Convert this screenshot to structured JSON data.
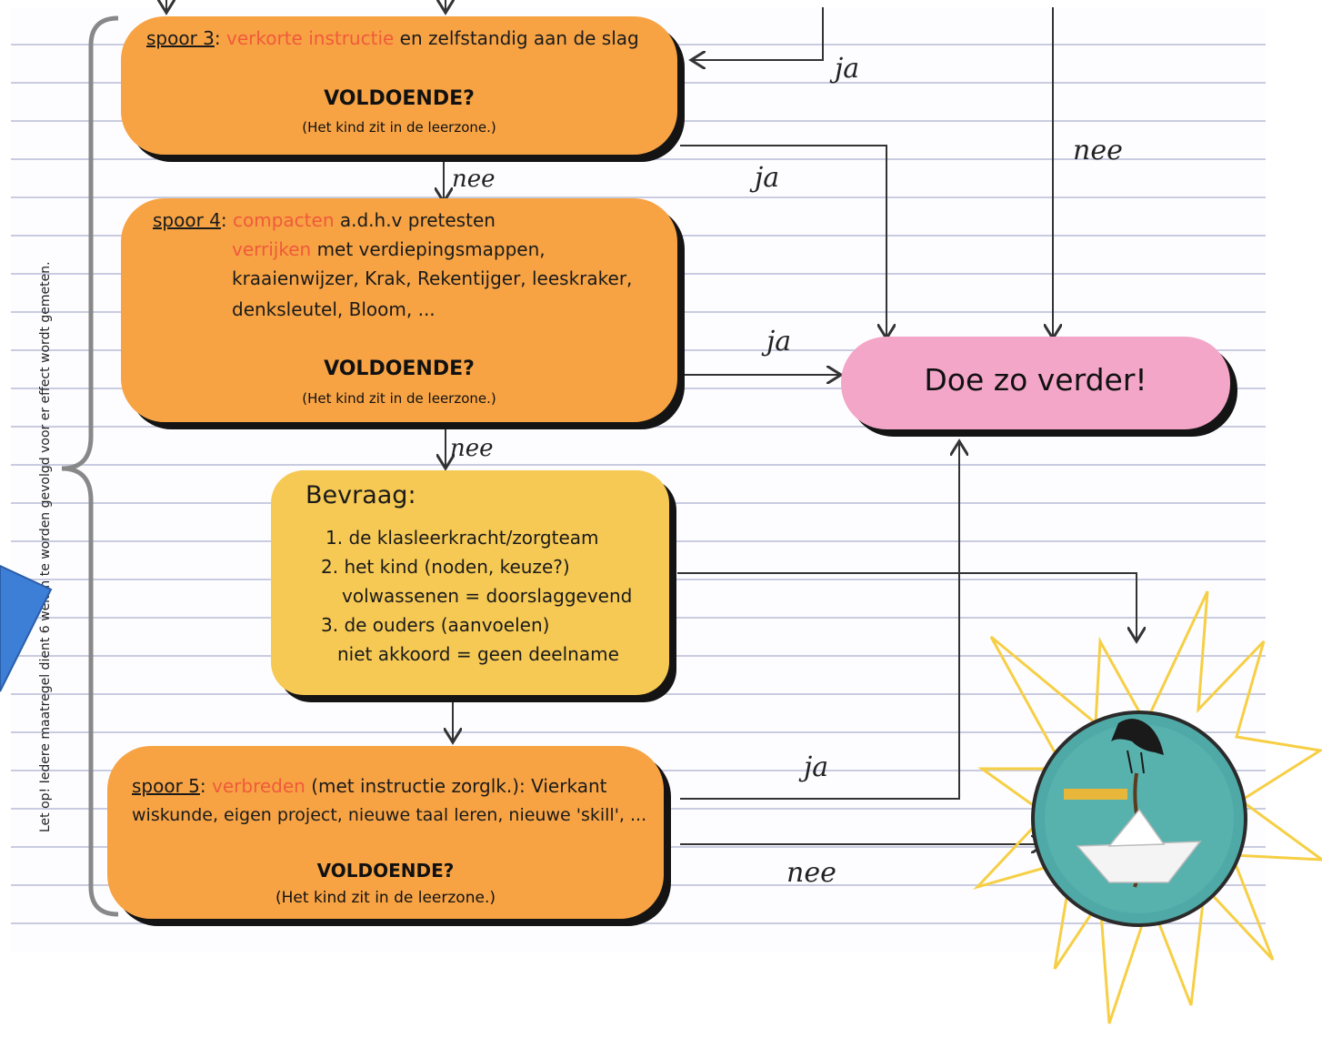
{
  "spoor3": {
    "label": "spoor 3",
    "highlight": "verkorte instructie",
    "rest": "en zelfstandig aan de slag",
    "question": "VOLDOENDE?",
    "note": "(Het kind zit in de leerzone.)"
  },
  "spoor4": {
    "label": "spoor 4",
    "highlight1": "compacten",
    "rest1": "a.d.h.v pretesten",
    "highlight2": "verrijken",
    "rest2": "met verdiepingsmappen,",
    "line3": "kraaienwijzer, Krak, Rekentijger, leeskraker,",
    "line4": "denksleutel, Bloom, ...",
    "question": "VOLDOENDE?",
    "note": "(Het kind zit in de leerzone.)"
  },
  "bevraag": {
    "title": "Bevraag:",
    "items": [
      "1. de klasleerkracht/zorgteam",
      "2. het kind (noden, keuze?)",
      "volwassenen = doorslaggevend",
      "3. de ouders (aanvoelen)",
      "niet akkoord = geen deelname"
    ]
  },
  "spoor5": {
    "label": "spoor 5",
    "highlight": "verbreden",
    "rest": "(met instructie zorglk.): Vierkant",
    "line2": "wiskunde, eigen project, nieuwe taal leren, nieuwe 'skill', ...",
    "question": "VOLDOENDE?",
    "note": "(Het kind zit in de leerzone.)"
  },
  "result": {
    "label": "Doe zo verder!"
  },
  "labels": {
    "ja": "ja",
    "nee": "nee"
  },
  "side_note": "Let op! Iedere maatregel dient 6 weken te worden gevolgd voor er effect wordt gemeten.",
  "colors": {
    "orange": "#f7a344",
    "yellow": "#f6c954",
    "pink": "#f4a6c8",
    "blue": "#3d7ed6",
    "teal": "#4fa9a6",
    "star": "#f6cf45"
  },
  "icons": [
    "blue-arrow-shape",
    "star-burst-icon",
    "crow-boat-badge-icon"
  ]
}
